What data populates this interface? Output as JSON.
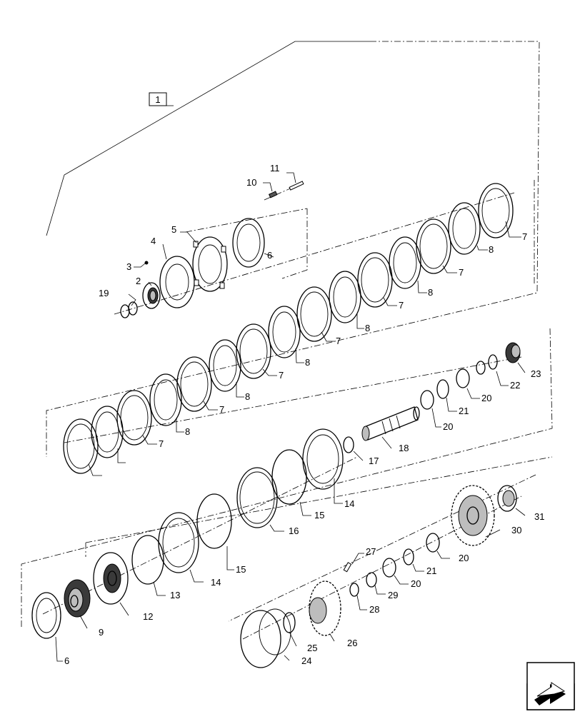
{
  "assembly_label": "1",
  "parts": [
    {
      "id": "p2",
      "label": "2"
    },
    {
      "id": "p3",
      "label": "3"
    },
    {
      "id": "p4",
      "label": "4"
    },
    {
      "id": "p5",
      "label": "5"
    },
    {
      "id": "p6a",
      "label": "6"
    },
    {
      "id": "p7a",
      "label": "7"
    },
    {
      "id": "p8a",
      "label": "8"
    },
    {
      "id": "p7b",
      "label": "7"
    },
    {
      "id": "p8b",
      "label": "8"
    },
    {
      "id": "p7c",
      "label": "7"
    },
    {
      "id": "p8c",
      "label": "8"
    },
    {
      "id": "p7d",
      "label": "7"
    },
    {
      "id": "p8d",
      "label": "8"
    },
    {
      "id": "p7e",
      "label": "7"
    },
    {
      "id": "p8e",
      "label": "8"
    },
    {
      "id": "p7f",
      "label": "7"
    },
    {
      "id": "p8f",
      "label": "8"
    },
    {
      "id": "p7g",
      "label": "7"
    },
    {
      "id": "p10",
      "label": "10"
    },
    {
      "id": "p11",
      "label": "11"
    },
    {
      "id": "p19",
      "label": "19"
    },
    {
      "id": "p6b",
      "label": "6"
    },
    {
      "id": "p9",
      "label": "9"
    },
    {
      "id": "p12",
      "label": "12"
    },
    {
      "id": "p13",
      "label": "13"
    },
    {
      "id": "p14a",
      "label": "14"
    },
    {
      "id": "p15a",
      "label": "15"
    },
    {
      "id": "p16",
      "label": "16"
    },
    {
      "id": "p15b",
      "label": "15"
    },
    {
      "id": "p14b",
      "label": "14"
    },
    {
      "id": "p17",
      "label": "17"
    },
    {
      "id": "p18",
      "label": "18"
    },
    {
      "id": "p20a",
      "label": "20"
    },
    {
      "id": "p21a",
      "label": "21"
    },
    {
      "id": "p20b",
      "label": "20"
    },
    {
      "id": "p22",
      "label": "22"
    },
    {
      "id": "p23",
      "label": "23"
    },
    {
      "id": "p24",
      "label": "24"
    },
    {
      "id": "p25",
      "label": "25"
    },
    {
      "id": "p26",
      "label": "26"
    },
    {
      "id": "p27",
      "label": "27"
    },
    {
      "id": "p28",
      "label": "28"
    },
    {
      "id": "p29",
      "label": "29"
    },
    {
      "id": "p20c",
      "label": "20"
    },
    {
      "id": "p21b",
      "label": "21"
    },
    {
      "id": "p20d",
      "label": "20"
    },
    {
      "id": "p30",
      "label": "30"
    },
    {
      "id": "p31",
      "label": "31"
    }
  ],
  "nav_icon": "next-page-arrow-icon"
}
